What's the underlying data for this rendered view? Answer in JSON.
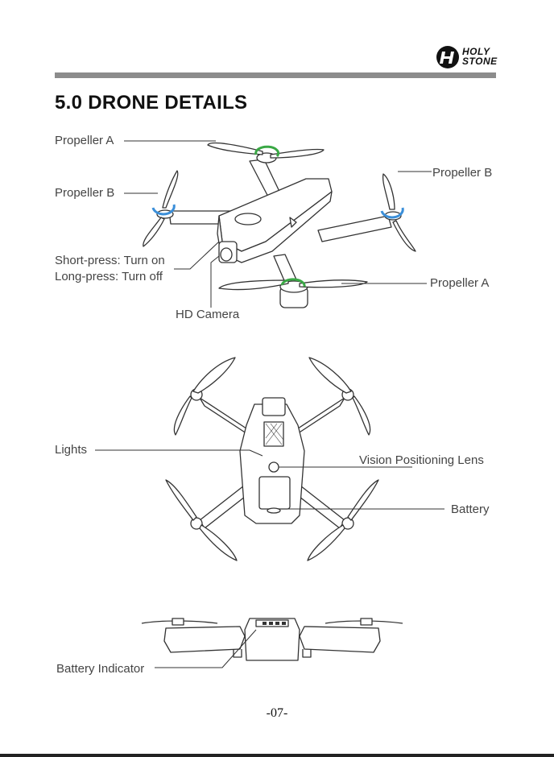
{
  "header": {
    "brand_line1": "HOLY",
    "brand_line2": "STONE"
  },
  "page_title": "5.0 DRONE DETAILS",
  "labels": {
    "propeller_a_top": "Propeller A",
    "propeller_b_left": "Propeller B",
    "propeller_b_right": "Propeller B",
    "propeller_a_bottom": "Propeller A",
    "short_press": "Short-press: Turn on",
    "long_press": "Long-press: Turn off",
    "hd_camera": "HD Camera",
    "lights": "Lights",
    "vision_lens": "Vision Positioning Lens",
    "battery": "Battery",
    "battery_indicator": "Battery Indicator"
  },
  "page_number": "-07-",
  "colors": {
    "accent_green": "#3aa845",
    "accent_blue": "#3b8fd9",
    "header_bar": "#8c8c8c"
  }
}
